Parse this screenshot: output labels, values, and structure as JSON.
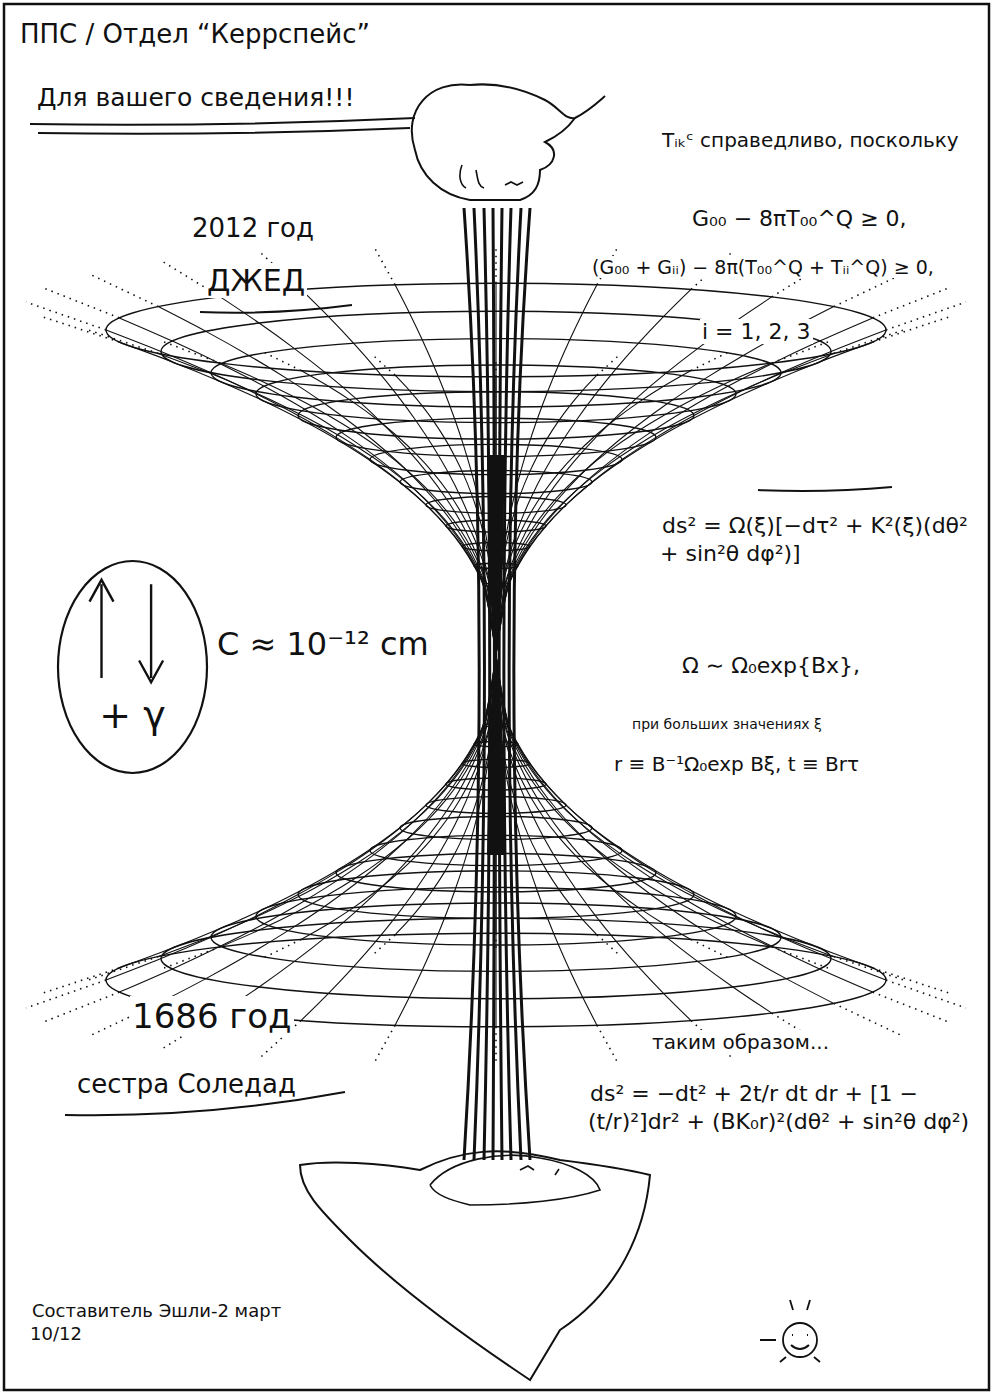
{
  "diagram": {
    "title": "ППС / Отдел “Керрспейс”",
    "nodes": [
      {
        "text": [
          "+ γ"
        ]
      }
    ],
    "labels": [
      "Для вашего сведения!!!",
      "2012 год",
      "ДЖЕД",
      "Tᵢₖᶜ справедливо, поскольку",
      "G₀₀ − 8πT₀₀^Q ≥ 0,",
      "(G₀₀ + Gᵢᵢ) − 8π(T₀₀^Q + Tᵢᵢ^Q) ≥ 0,",
      "i = 1, 2, 3",
      "ds² = Ω(ξ)[−dτ² + K²(ξ)(dθ² + sin²θ dφ²)]",
      "Ω ∼ Ω₀exp{Bx},",
      "при больших значениях ξ",
      "r ≡ B⁻¹Ω₀exp Bξ, t ≡ Brτ",
      "C ≈ 10⁻¹² cm",
      "1686 год",
      "сестра Соледад",
      "таким образом...",
      "ds² = −dt² + 2t/r dt dr + [1 − (t/r)²]dr² + (BK₀r)²(dθ² + sin²θ dφ²)",
      "Составитель Эшли-2 март 10/12"
    ]
  }
}
